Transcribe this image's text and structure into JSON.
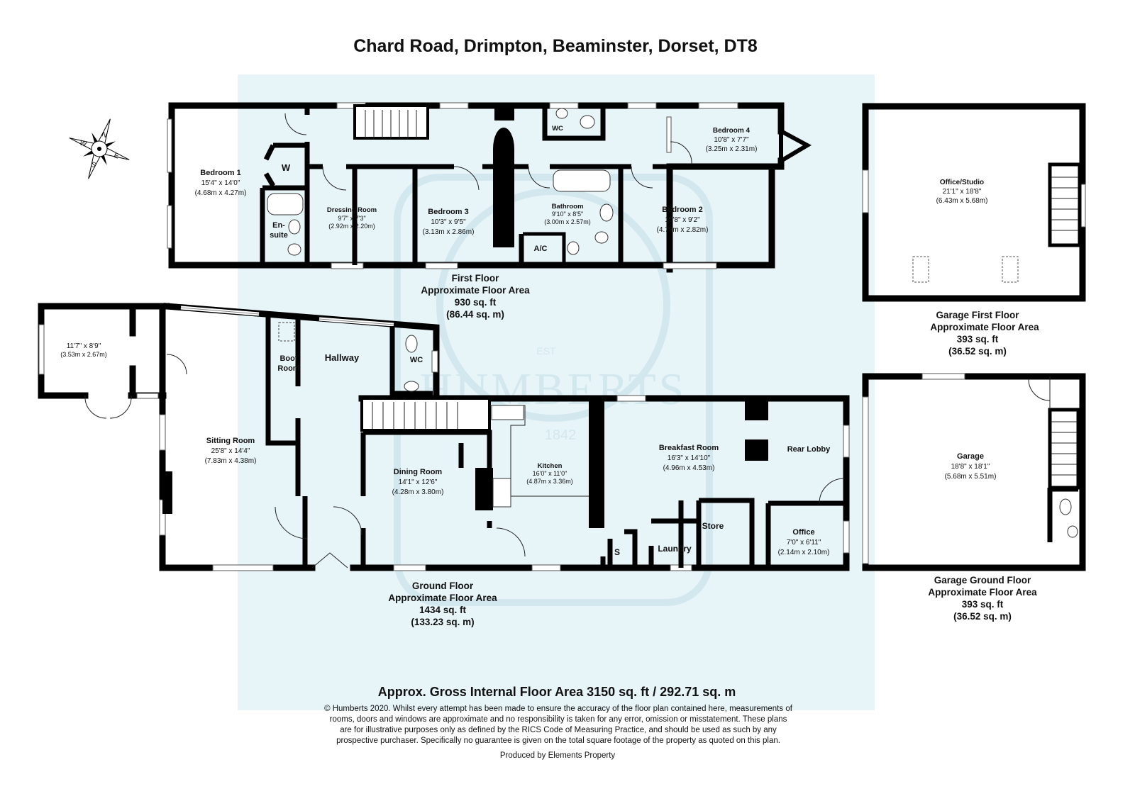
{
  "title": "Chard Road, Drimpton, Beaminster, Dorset, DT8",
  "watermark": {
    "brand": "HUMBERTS",
    "est": "EST",
    "year": "1842"
  },
  "compass": {
    "n": "N",
    "s": "S",
    "e": "E",
    "w": "W"
  },
  "first_floor": {
    "rooms": {
      "bedroom1": {
        "name": "Bedroom 1",
        "imperial": "15'4\" x 14'0\"",
        "metric": "(4.68m x 4.27m)"
      },
      "wardrobe": {
        "name": "W"
      },
      "ensuite": {
        "name1": "En-",
        "name2": "suite"
      },
      "dressing": {
        "name": "Dressing Room",
        "imperial": "9'7\" x 7'3\"",
        "metric": "(2.92m x 2.20m)"
      },
      "bedroom3": {
        "name": "Bedroom 3",
        "imperial": "10'3\" x 9'5\"",
        "metric": "(3.13m x 2.86m)"
      },
      "wc": {
        "name": "WC"
      },
      "bathroom": {
        "name": "Bathroom",
        "imperial": "9'10\" x 8'5\"",
        "metric": "(3.00m x 2.57m)"
      },
      "ac": {
        "name": "A/C"
      },
      "bedroom4": {
        "name": "Bedroom 4",
        "imperial": "10'8\" x 7'7\"",
        "metric": "(3.25m x 2.31m)"
      },
      "bedroom2": {
        "name": "Bedroom 2",
        "imperial": "15'8\" x 9'2\"",
        "metric": "(4.78m x 2.82m)"
      }
    },
    "area": {
      "label1": "First Floor",
      "label2": "Approximate Floor Area",
      "sqft": "930 sq. ft",
      "sqm": "(86.44 sq. m)"
    }
  },
  "ground_floor": {
    "rooms": {
      "annex": {
        "imperial": "11'7\" x 8'9\"",
        "metric": "(3.53m x 2.67m)"
      },
      "boot": {
        "name1": "Boot",
        "name2": "Room"
      },
      "hallway": {
        "name": "Hallway"
      },
      "wc": {
        "name": "WC"
      },
      "sitting": {
        "name": "Sitting Room",
        "imperial": "25'8\" x 14'4\"",
        "metric": "(7.83m x 4.38m)"
      },
      "dining": {
        "name": "Dining Room",
        "imperial": "14'1\" x 12'6\"",
        "metric": "(4.28m x 3.80m)"
      },
      "kitchen": {
        "name": "Kitchen",
        "imperial": "16'0\" x 11'0\"",
        "metric": "(4.87m x 3.36m)"
      },
      "breakfast": {
        "name": "Breakfast Room",
        "imperial": "16'3\" x 14'10\"",
        "metric": "(4.96m x 4.53m)"
      },
      "rear_lobby": {
        "name": "Rear Lobby"
      },
      "store": {
        "name": "Store"
      },
      "laundry": {
        "name": "Laundry"
      },
      "s": {
        "name": "S"
      },
      "office": {
        "name": "Office",
        "imperial": "7'0\" x 6'11\"",
        "metric": "(2.14m x 2.10m)"
      }
    },
    "area": {
      "label1": "Ground Floor",
      "label2": "Approximate Floor Area",
      "sqft": "1434 sq. ft",
      "sqm": "(133.23 sq. m)"
    }
  },
  "garage_first_floor": {
    "room": {
      "name": "Office/Studio",
      "imperial": "21'1\" x 18'8\"",
      "metric": "(6.43m x 5.68m)"
    },
    "area": {
      "label1": "Garage First Floor",
      "label2": "Approximate Floor Area",
      "sqft": "393 sq. ft",
      "sqm": "(36.52 sq. m)"
    }
  },
  "garage_ground_floor": {
    "room": {
      "name": "Garage",
      "imperial": "18'8\" x 18'1\"",
      "metric": "(5.68m x 5.51m)"
    },
    "area": {
      "label1": "Garage Ground Floor",
      "label2": "Approximate Floor Area",
      "sqft": "393 sq. ft",
      "sqm": "(36.52 sq. m)"
    }
  },
  "gross_area": "Approx. Gross Internal Floor Area 3150 sq. ft / 292.71 sq. m",
  "disclaimer": [
    "© Humberts 2020. Whilst every attempt has been made to ensure the accuracy of the floor plan contained here, measurements of",
    "rooms, doors and windows are approximate and no responsibility is taken for any error, omission or misstatement. These plans",
    "are for illustrative purposes only as defined by the RICS Code of Measuring Practice, and should be used as such by any",
    "prospective purchaser. Specifically no guarantee is given on the total square footage of the property as quoted on this plan."
  ],
  "produced_by": "Produced by Elements Property",
  "colors": {
    "background_panel": "#e7f4f8",
    "walls": "#000000"
  }
}
